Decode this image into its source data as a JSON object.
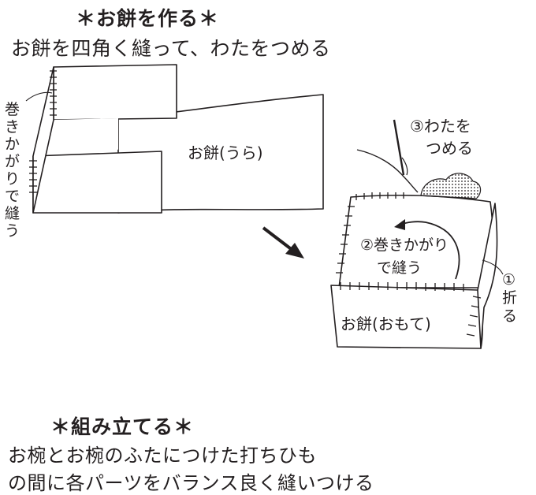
{
  "section1": {
    "heading": "＊お餅を作る＊",
    "description": "お餅を四角く縫って、わたをつめる"
  },
  "section2": {
    "heading": "＊組み立てる＊",
    "description_line1": "お椀とお椀のふたにつけた打ちひも",
    "description_line2": "の間に各パーツをバランス良く縫いつける"
  },
  "diagram": {
    "label_whipstitch_vertical": [
      "巻",
      "き",
      "か",
      "が",
      "り",
      "で",
      "縫",
      "う"
    ],
    "label_mochi_back": "お餅(うら)",
    "label_step3_line1": "③わたを",
    "label_step3_line2": "つめる",
    "label_step2_line1": "②巻きかがり",
    "label_step2_line2": "で縫う",
    "label_step1_vertical": [
      "①",
      "折",
      "る"
    ],
    "label_mochi_front": "お餅(おもて)"
  }
}
